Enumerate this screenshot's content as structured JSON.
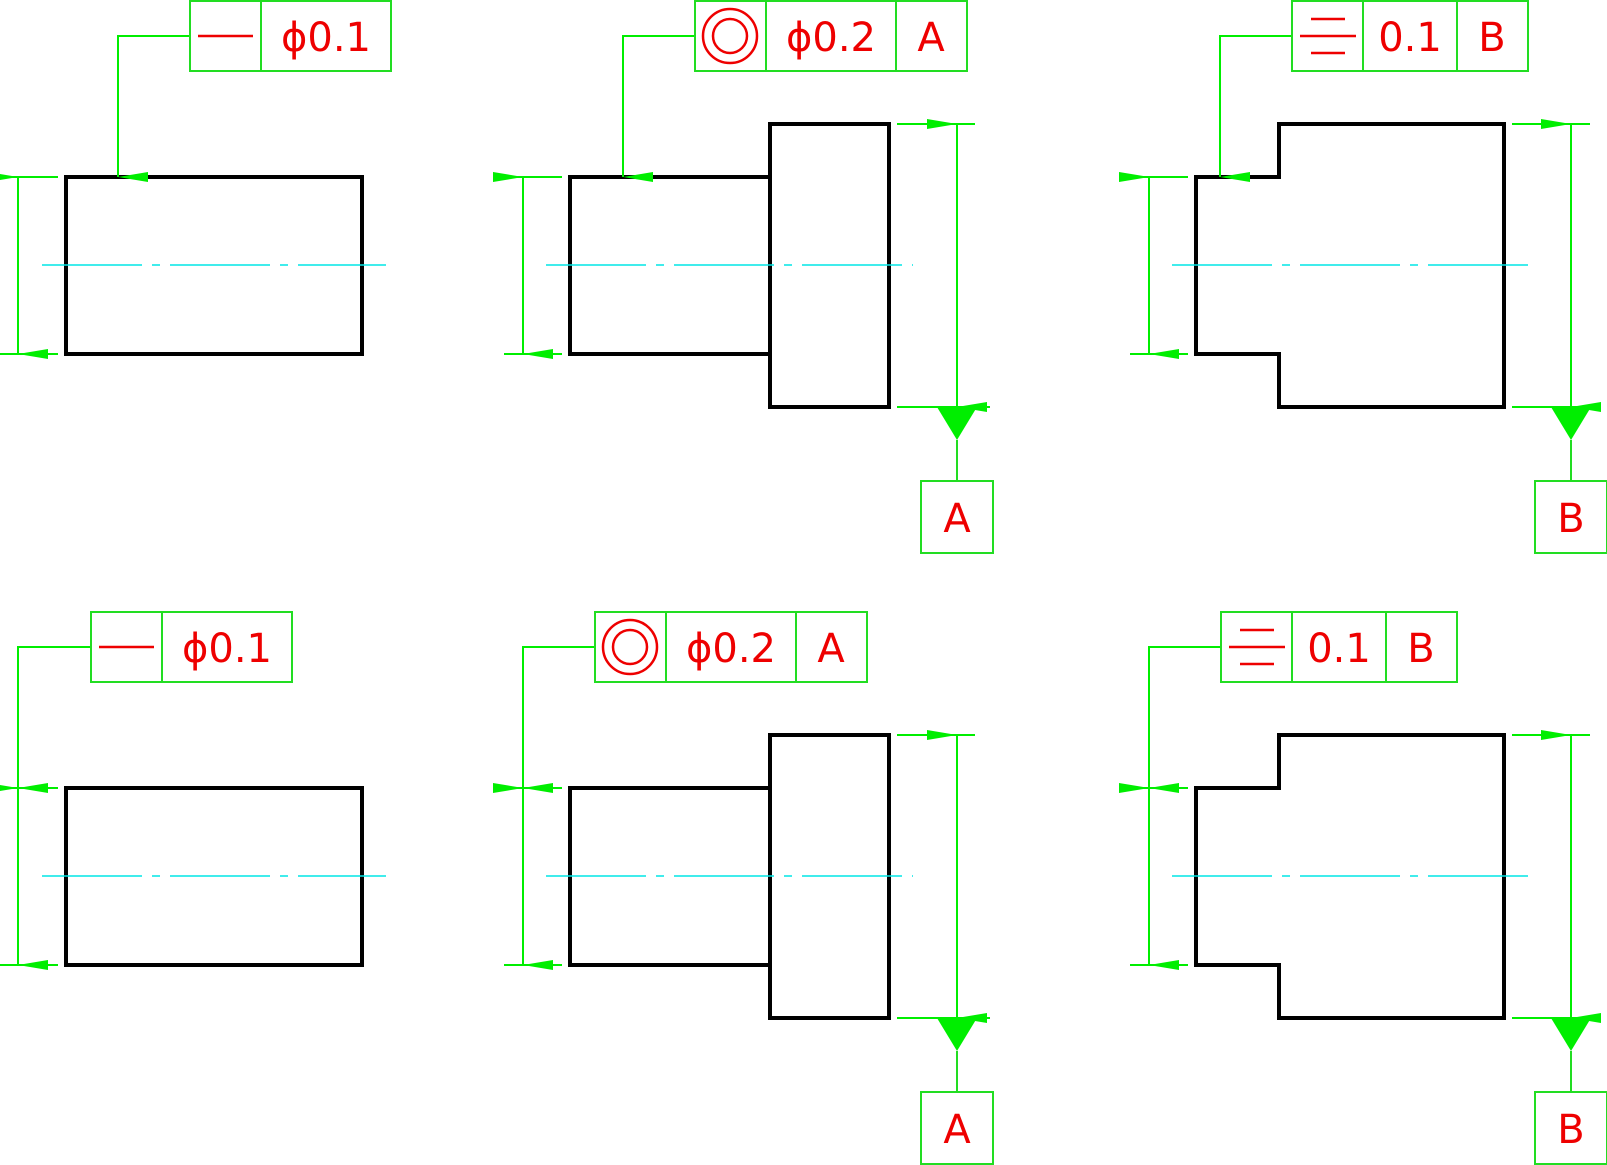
{
  "colors": {
    "part_outline": "#000000",
    "dimension_lines": "#00ee00",
    "annotation_text": "#ee0000",
    "centerline": "#00e5e5"
  },
  "rows": [
    {
      "views": [
        {
          "type": "plain-cylinder",
          "frame": {
            "symbol": "straightness-symbol",
            "tolerance": "ϕ0.1",
            "datum": ""
          }
        },
        {
          "type": "stepped-shaft",
          "frame": {
            "symbol": "concentricity-symbol",
            "tolerance": "ϕ0.2",
            "datum": "A"
          },
          "datum_label": "A"
        },
        {
          "type": "stepped-block",
          "frame": {
            "symbol": "symmetry-symbol",
            "tolerance": "0.1",
            "datum": "B"
          },
          "datum_label": "B"
        }
      ]
    },
    {
      "views": [
        {
          "type": "plain-cylinder",
          "frame": {
            "symbol": "straightness-symbol",
            "tolerance": "ϕ0.1",
            "datum": ""
          }
        },
        {
          "type": "stepped-shaft",
          "frame": {
            "symbol": "concentricity-symbol",
            "tolerance": "ϕ0.2",
            "datum": "A"
          },
          "datum_label": "A"
        },
        {
          "type": "stepped-block",
          "frame": {
            "symbol": "symmetry-symbol",
            "tolerance": "0.1",
            "datum": "B"
          },
          "datum_label": "B"
        }
      ]
    }
  ]
}
